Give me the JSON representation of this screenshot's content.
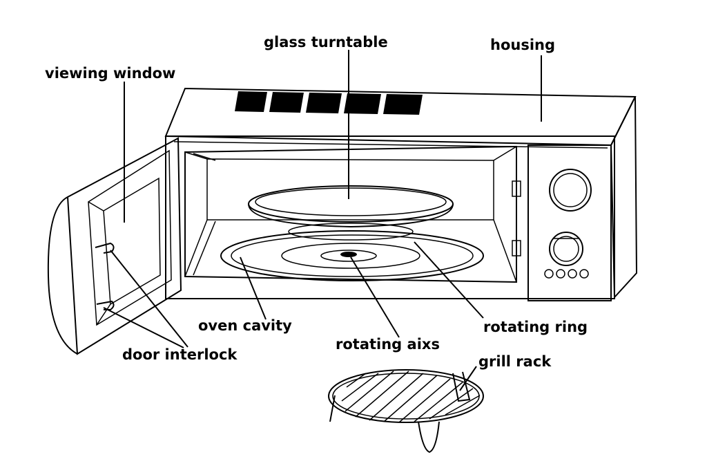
{
  "labels": {
    "glass_turntable": "glass turntable",
    "housing": "housing",
    "viewing_window": "viewing window",
    "oven_cavity": "oven cavity",
    "rotating_ring": "rotating ring",
    "rotating_axis": "rotating aixs",
    "door_interlock": "door interlock",
    "grill_rack": "grill rack"
  },
  "colors": {
    "line": "#000000",
    "background": "#ffffff"
  }
}
